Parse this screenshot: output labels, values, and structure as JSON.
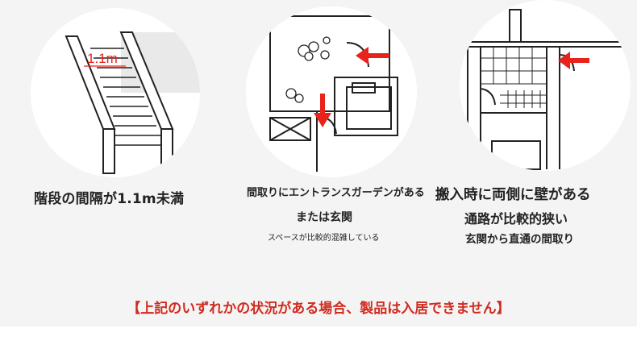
{
  "illustrations": [
    {
      "id": "staircase",
      "measurement_label": "1.1m",
      "caption_lines": [
        "階段の間隔が1.1m未満"
      ]
    },
    {
      "id": "entrance-garden",
      "caption_lines": [
        "間取りにエントランスガーデンがある",
        "または玄関",
        "スペースが比較的混雑している"
      ]
    },
    {
      "id": "narrow-passage",
      "caption_lines": [
        "搬入時に両側に壁がある",
        "通路が比較的狭い",
        "玄関から直通の間取り"
      ]
    }
  ],
  "notice": "【上記のいずれかの状況がある場合、製品は入居できません】",
  "colors": {
    "accent_red": "#cf2b1f",
    "arrow_red": "#e8231a",
    "line": "#222222"
  }
}
